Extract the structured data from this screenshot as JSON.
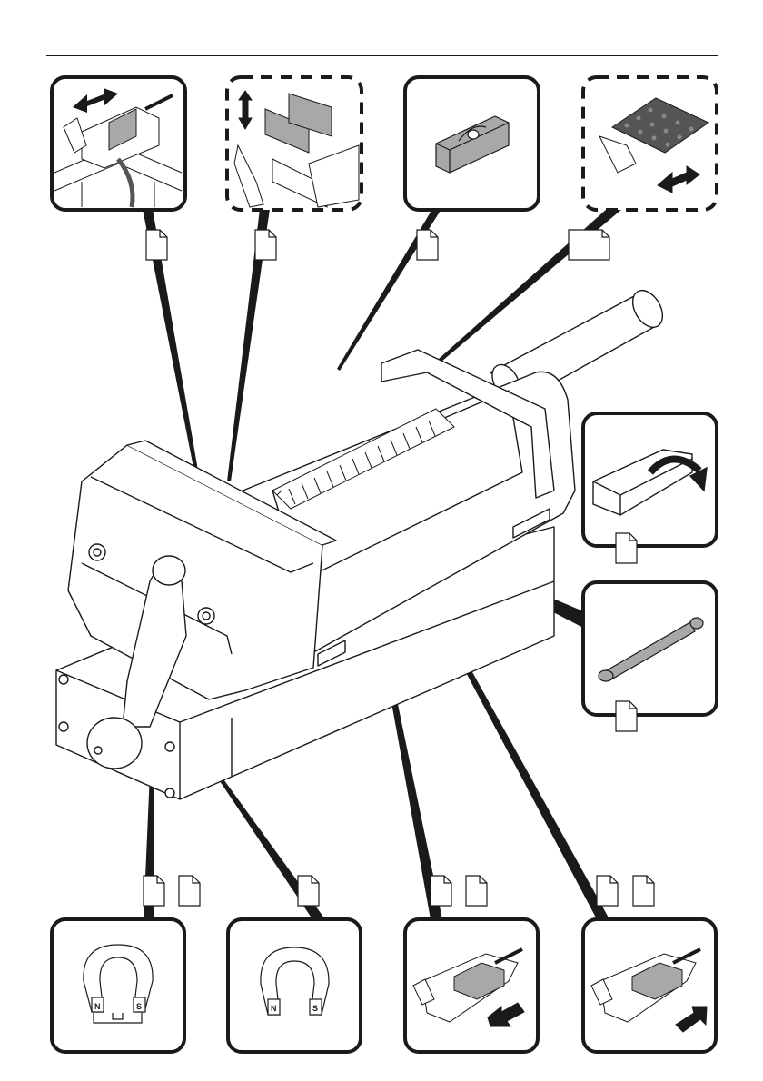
{
  "page": {
    "type": "assembly-overview-illustration",
    "subject": "machine vise with magnetic base"
  },
  "top_callouts": [
    {
      "id": "move-vise",
      "border": "solid",
      "icon": "vise-on-bench-with-double-arrow",
      "doc_refs": 1
    },
    {
      "id": "change-jaws",
      "border": "dashed",
      "icon": "jaw-plates-exchange-with-vertical-arrow",
      "doc_refs": 1
    },
    {
      "id": "prism-jaw",
      "border": "solid",
      "icon": "prism-jaw-block",
      "doc_refs": 1
    },
    {
      "id": "grid-plate",
      "border": "dashed",
      "icon": "grid-plate-with-double-arrow",
      "doc_refs": 1,
      "doc_wide": true
    }
  ],
  "side_callouts": [
    {
      "id": "jaw-flip",
      "border": "solid",
      "icon": "jaw-block-with-rotate-arrow",
      "doc_refs": 1
    },
    {
      "id": "spindle-rod",
      "border": "solid",
      "icon": "spindle-rod",
      "doc_refs": 1
    }
  ],
  "bottom_callouts": [
    {
      "id": "magnet-on",
      "border": "solid",
      "icon": "magnet-closed-circuit",
      "labels": {
        "north": "N",
        "south": "S"
      },
      "doc_refs": 2
    },
    {
      "id": "magnet-off",
      "border": "solid",
      "icon": "magnet-open",
      "labels": {
        "north": "N",
        "south": "S"
      },
      "doc_refs": 1
    },
    {
      "id": "slide-out",
      "border": "solid",
      "icon": "vise-with-arrow-out",
      "doc_refs": 2
    },
    {
      "id": "slide-in",
      "border": "solid",
      "icon": "vise-with-arrow-in",
      "doc_refs": 2
    }
  ],
  "colors": {
    "ink": "#1a1a1a",
    "fill_gray": "#a8a8a8",
    "paper": "#ffffff"
  }
}
